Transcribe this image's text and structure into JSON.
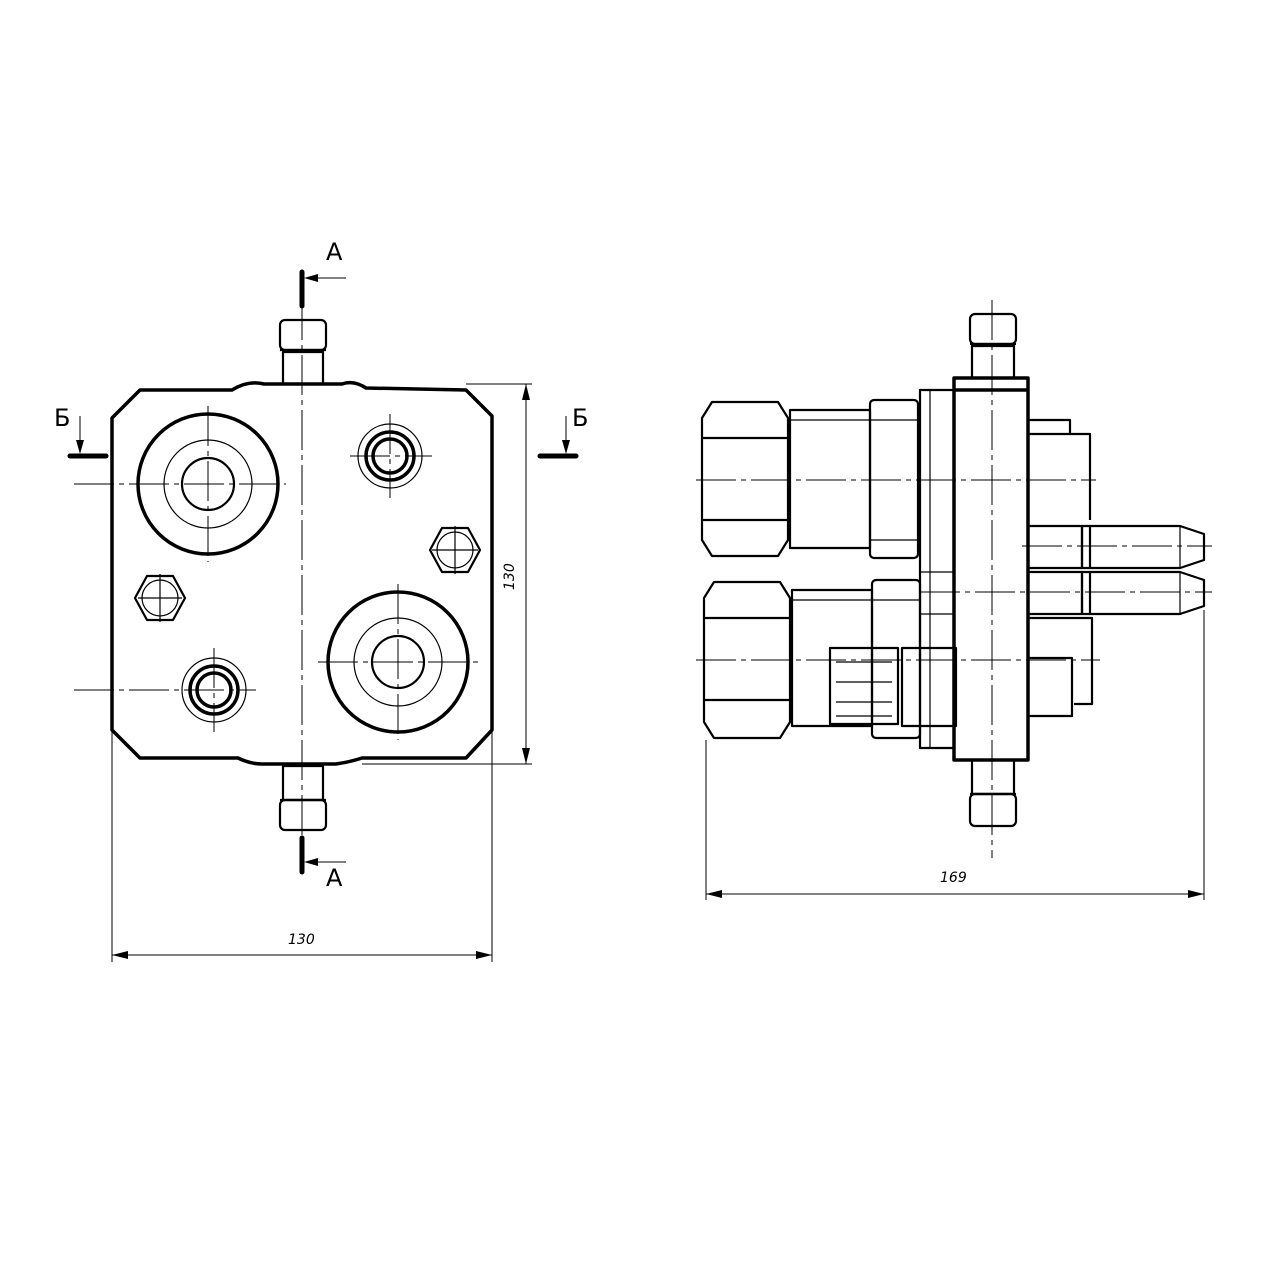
{
  "front_view": {
    "section_a_top": "A",
    "section_a_bottom": "A",
    "section_b_left": "Б",
    "section_b_right": "Б",
    "width_dim": "130",
    "height_dim": "130"
  },
  "side_view": {
    "length_dim": "169"
  }
}
